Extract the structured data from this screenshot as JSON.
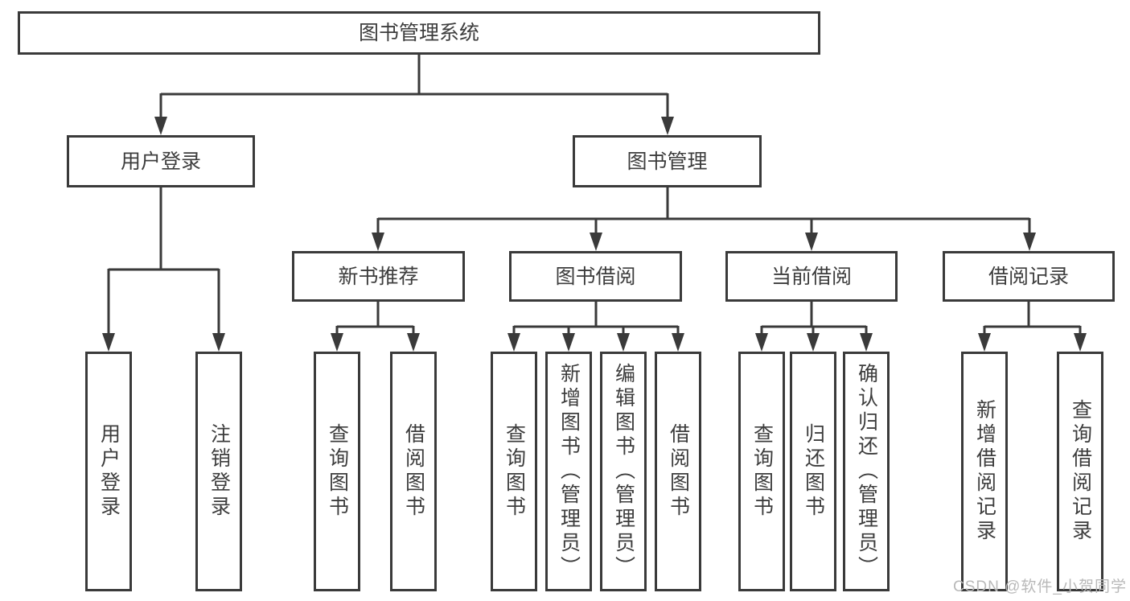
{
  "diagram": {
    "root": {
      "label": "图书管理系统"
    },
    "level2": [
      {
        "label": "用户登录"
      },
      {
        "label": "图书管理"
      }
    ],
    "level3": [
      {
        "label": "新书推荐"
      },
      {
        "label": "图书借阅"
      },
      {
        "label": "当前借阅"
      },
      {
        "label": "借阅记录"
      }
    ],
    "leaves": [
      {
        "label": "用户登录"
      },
      {
        "label": "注销登录"
      },
      {
        "label": "查询图书"
      },
      {
        "label": "借阅图书"
      },
      {
        "label": "查询图书"
      },
      {
        "label": "新增图书（管理员）"
      },
      {
        "label": "编辑图书（管理员）"
      },
      {
        "label": "借阅图书"
      },
      {
        "label": "查询图书"
      },
      {
        "label": "归还图书"
      },
      {
        "label": "确认归还（管理员）"
      },
      {
        "label": "新增借阅记录"
      },
      {
        "label": "查询借阅记录"
      }
    ],
    "watermark": "CSDN @软件_小贺同学",
    "colors": {
      "line": "#3a3a3a",
      "text": "#3d3d3d",
      "box_fill": "#ffffff",
      "watermark": "#b9b9b9"
    }
  }
}
